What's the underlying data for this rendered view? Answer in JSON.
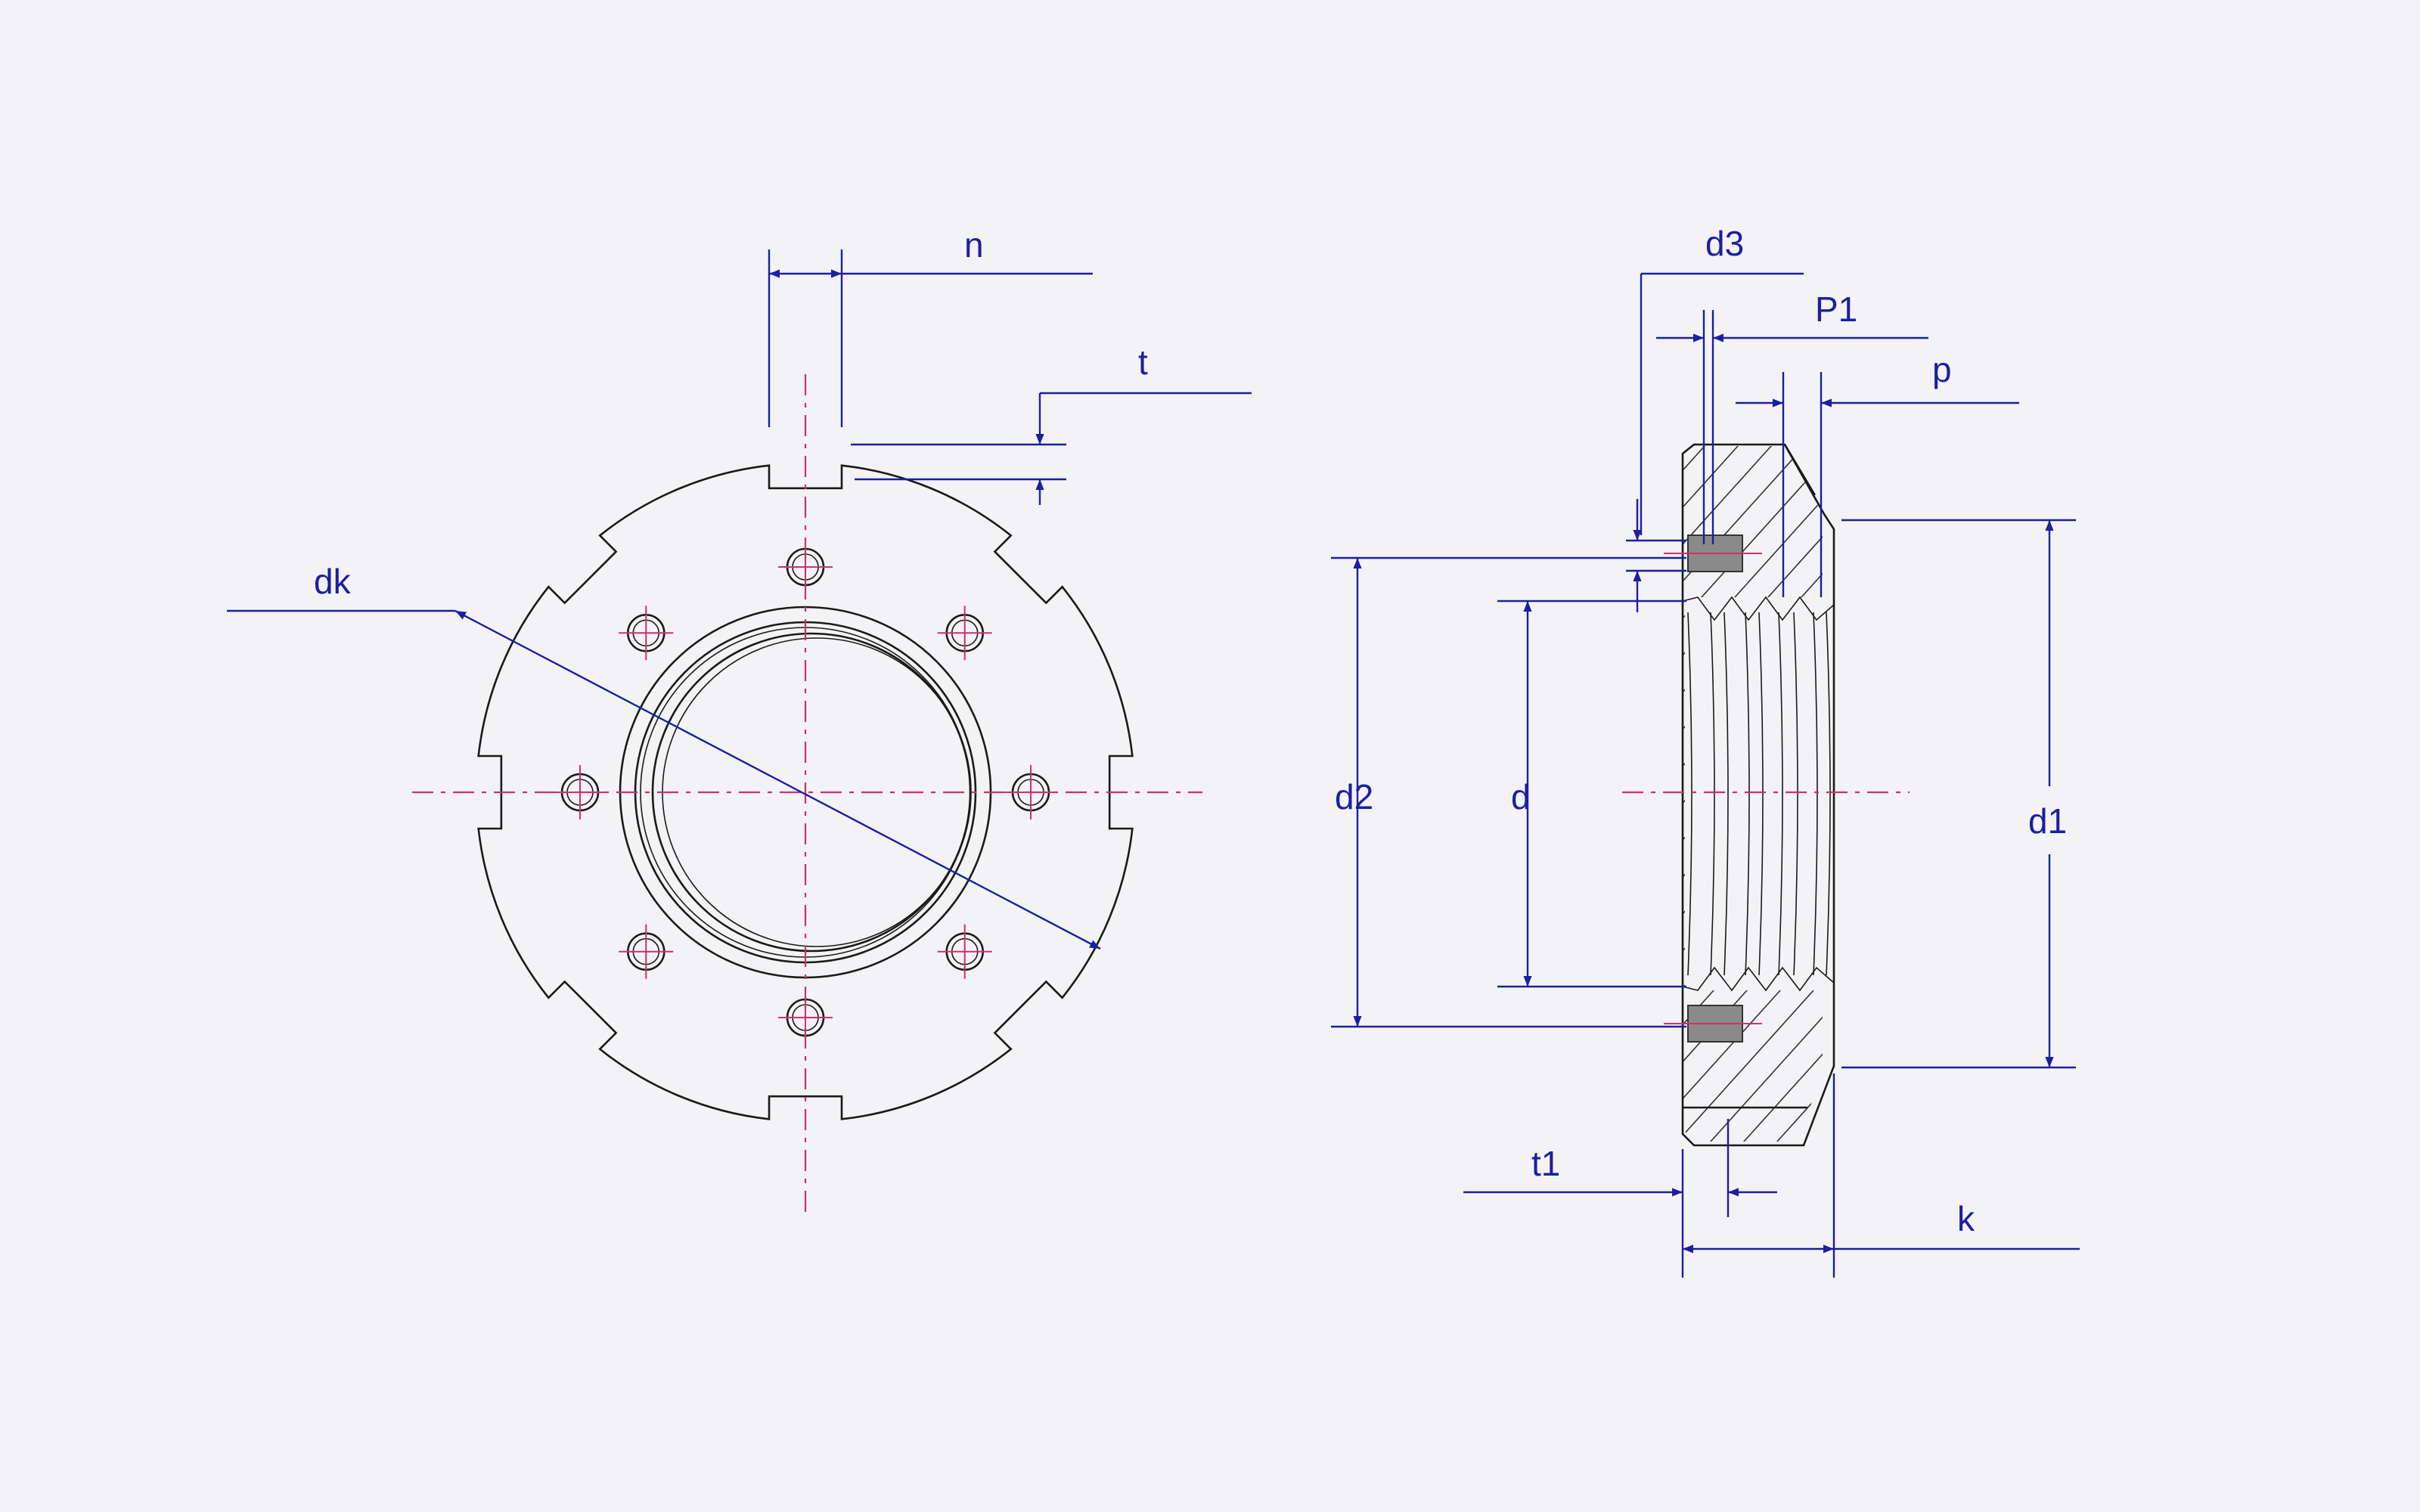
{
  "labels": {
    "n": "n",
    "t": "t",
    "dk": "dk",
    "d3": "d3",
    "P1": "P1",
    "p": "p",
    "d2": "d2",
    "d": "d",
    "d1": "d1",
    "t1": "t1",
    "k": "k"
  },
  "colors": {
    "part_outline": "#1a1a1a",
    "dimension": "#1e1ea0",
    "centerline": "#d0306a",
    "background": "#f3f3f5"
  }
}
